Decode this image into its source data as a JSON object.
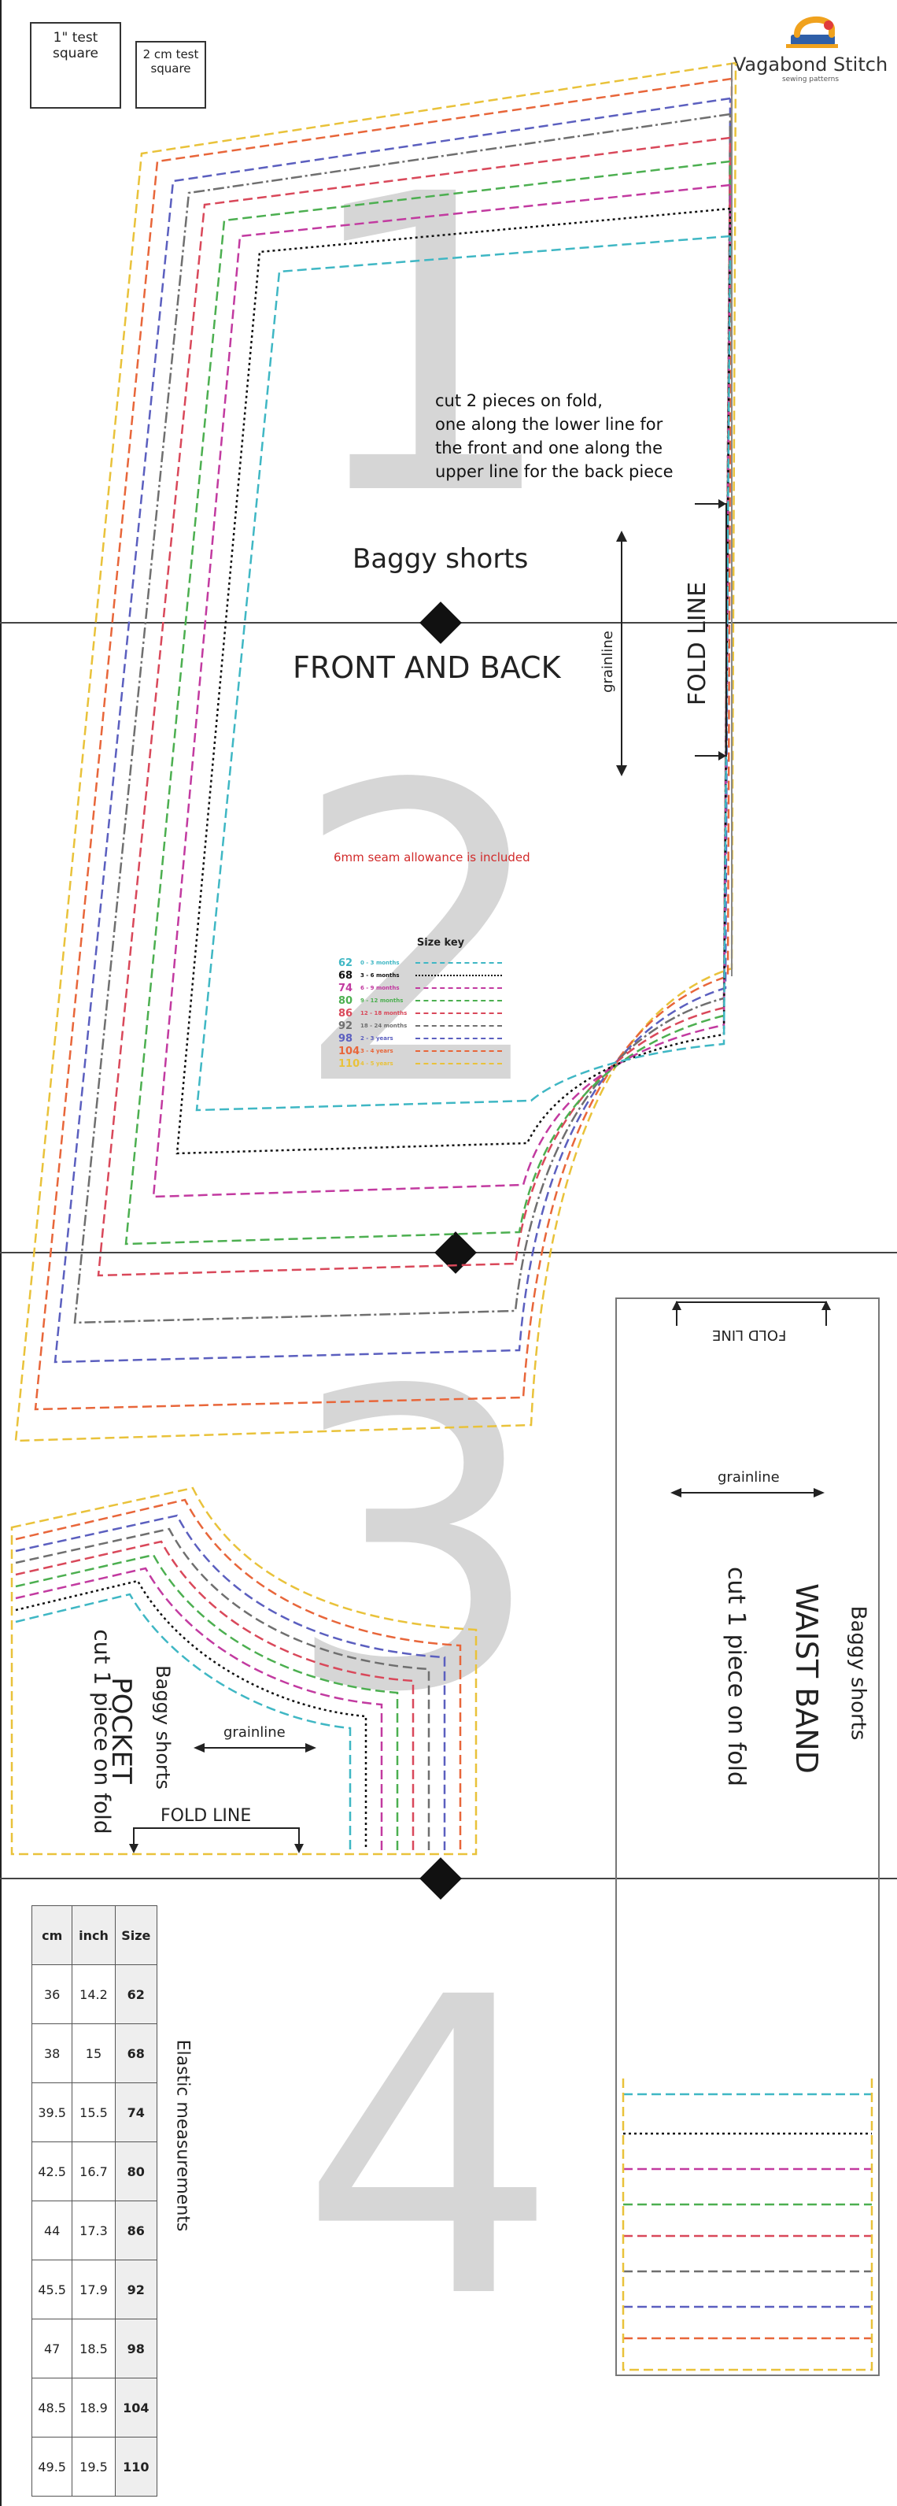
{
  "brand": {
    "name": "Vagabond Stitch",
    "tagline": "sewing patterns"
  },
  "test_squares": {
    "inch": "1\" test square",
    "cm": "2 cm test square"
  },
  "page_numbers": [
    "1",
    "2",
    "3",
    "4"
  ],
  "shorts_piece": {
    "instructions": [
      "cut 2 pieces on fold,",
      "one along the lower line for",
      "the front  and one along the",
      "upper line for the back piece"
    ],
    "title": "Baggy shorts",
    "subtitle": "FRONT AND BACK",
    "fold_line": "FOLD LINE",
    "grainline": "grainline",
    "seam_note": "6mm seam allowance is included"
  },
  "size_key": {
    "title": "Size key",
    "sizes": [
      {
        "size": "62",
        "age": "0 - 3 months",
        "color": "#3fb7c4"
      },
      {
        "size": "68",
        "age": "3 - 6 months",
        "color": "#111111"
      },
      {
        "size": "74",
        "age": "6 - 9 months",
        "color": "#c23aa0"
      },
      {
        "size": "80",
        "age": "9 - 12 months",
        "color": "#4caf50"
      },
      {
        "size": "86",
        "age": "12 - 18 months",
        "color": "#d9485a"
      },
      {
        "size": "92",
        "age": "18 - 24 months",
        "color": "#6f6f6f"
      },
      {
        "size": "98",
        "age": "2 - 3 years",
        "color": "#5b5fbf"
      },
      {
        "size": "104",
        "age": "3 - 4 years",
        "color": "#e8663a"
      },
      {
        "size": "110",
        "age": "4 - 5 years",
        "color": "#e9c23a"
      }
    ]
  },
  "waistband": {
    "fold_line": "FOLD LINE",
    "grainline": "grainline",
    "subtitle": "Baggy shorts",
    "title": "WAIST BAND",
    "cut": "cut 1 piece on fold"
  },
  "pocket": {
    "subtitle": "Baggy shorts",
    "title": "POCKET",
    "cut": "cut 1 piece on fold",
    "grainline": "grainline",
    "fold_line": "FOLD LINE"
  },
  "elastic": {
    "title": "Elastic measurements",
    "headers": [
      "Size",
      "inch",
      "cm"
    ],
    "columns": [
      {
        "size": "62",
        "inch": "14.2",
        "cm": "36"
      },
      {
        "size": "68",
        "inch": "15",
        "cm": "38"
      },
      {
        "size": "74",
        "inch": "15.5",
        "cm": "39.5"
      },
      {
        "size": "80",
        "inch": "16.7",
        "cm": "42.5"
      },
      {
        "size": "86",
        "inch": "17.3",
        "cm": "44"
      },
      {
        "size": "92",
        "inch": "17.9",
        "cm": "45.5"
      },
      {
        "size": "98",
        "inch": "18.5",
        "cm": "47"
      },
      {
        "size": "104",
        "inch": "18.9",
        "cm": "48.5"
      },
      {
        "size": "110",
        "inch": "19.5",
        "cm": "49.5"
      }
    ]
  }
}
